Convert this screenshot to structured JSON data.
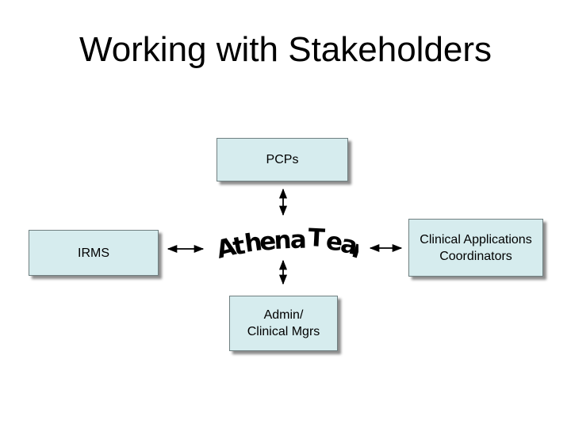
{
  "title": "Working with Stakeholders",
  "center": {
    "label": "Athena Team",
    "letters": [
      "A",
      "t",
      "h",
      "e",
      "n",
      "a",
      " ",
      "T",
      "e",
      "a",
      "m"
    ]
  },
  "nodes": {
    "pcps": "PCPs",
    "irms": "IRMS",
    "admin": "Admin/\nClinical Mgrs",
    "cac": "Clinical Applications\nCoordinators"
  },
  "colors": {
    "box_fill": "#d6ecee",
    "box_border": "#6f7f80",
    "arrow": "#000000"
  }
}
